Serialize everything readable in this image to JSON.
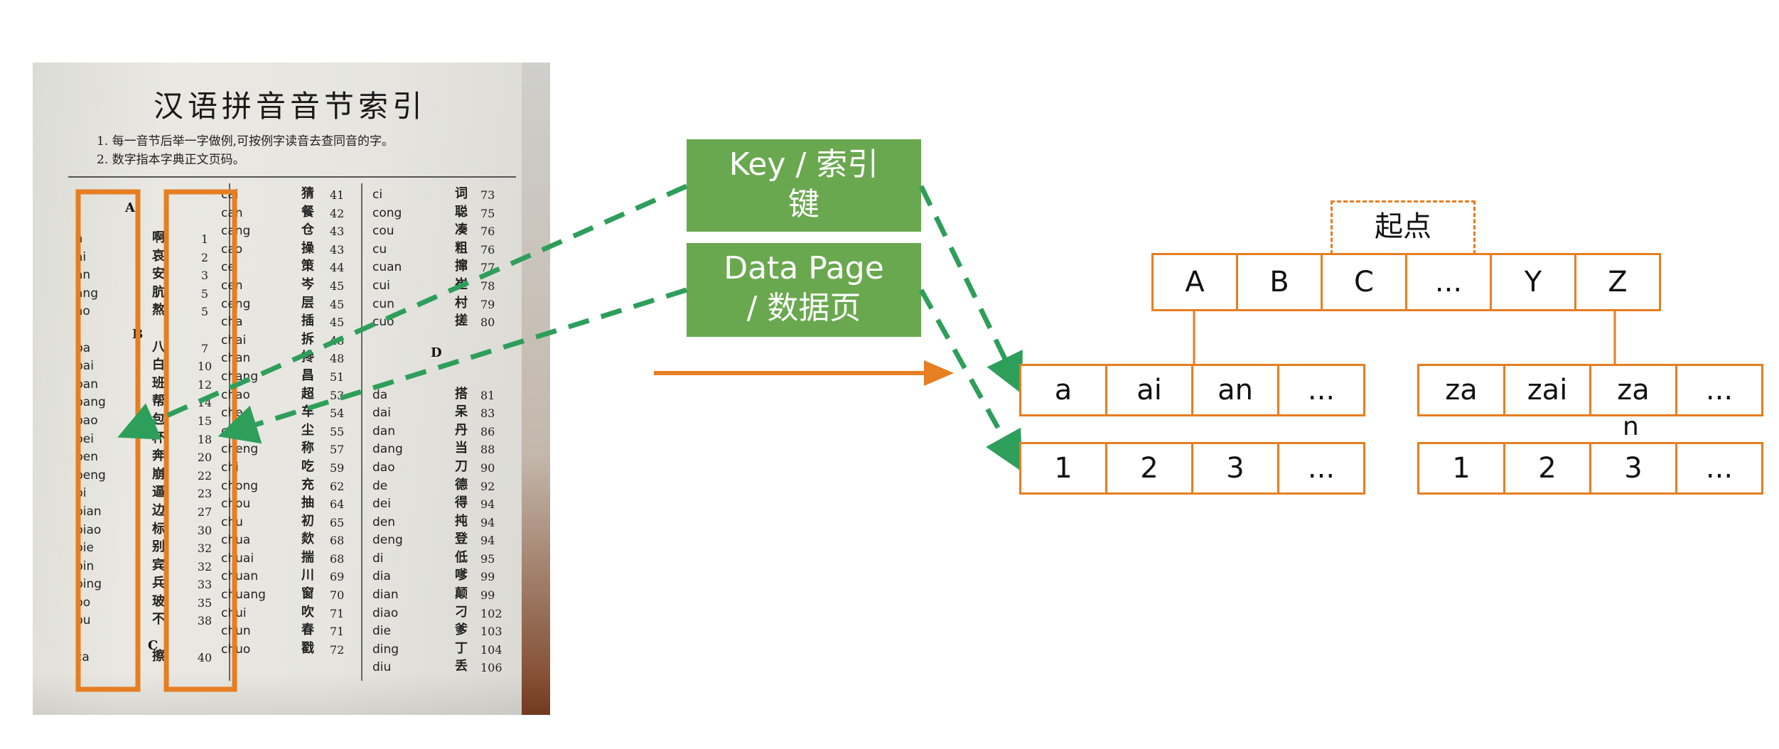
{
  "photo": {
    "title": "汉语拼音音节索引",
    "notes": [
      "1. 每一音节后举一字做例,可按例字读音去查同音的字。",
      "2. 数字指本字典正文页码。"
    ],
    "col1_letters": [
      "A",
      "B",
      "C"
    ],
    "col1_pinyin": [
      "a",
      "ai",
      "an",
      "ang",
      "ao",
      "",
      "ba",
      "bai",
      "ban",
      "bang",
      "bao",
      "bei",
      "ben",
      "beng",
      "bi",
      "bian",
      "biao",
      "bie",
      "bin",
      "bing",
      "bo",
      "bu",
      "",
      "ca"
    ],
    "col1_chars": [
      "啊",
      "哀",
      "安",
      "肮",
      "熬",
      "",
      "八",
      "白",
      "班",
      "帮",
      "包",
      "杯",
      "奔",
      "崩",
      "逼",
      "边",
      "标",
      "别",
      "宾",
      "兵",
      "玻",
      "不",
      "",
      "擦"
    ],
    "col1_pages": [
      "1",
      "2",
      "3",
      "5",
      "5",
      "",
      "7",
      "10",
      "12",
      "14",
      "15",
      "18",
      "20",
      "22",
      "23",
      "27",
      "30",
      "32",
      "32",
      "33",
      "35",
      "38",
      "",
      "40"
    ],
    "col2_pinyin": [
      "cai",
      "can",
      "cang",
      "cao",
      "ce",
      "cen",
      "ceng",
      "cha",
      "chai",
      "chan",
      "chang",
      "chao",
      "che",
      "chen",
      "cheng",
      "chi",
      "chong",
      "chou",
      "chu",
      "chua",
      "chuai",
      "chuan",
      "chuang",
      "chui",
      "chun",
      "chuo"
    ],
    "col2_chars": [
      "猜",
      "餐",
      "仓",
      "操",
      "策",
      "岑",
      "层",
      "插",
      "拆",
      "搀",
      "昌",
      "超",
      "车",
      "尘",
      "称",
      "吃",
      "充",
      "抽",
      "初",
      "欻",
      "揣",
      "川",
      "窗",
      "吹",
      "春",
      "戳"
    ],
    "col2_pages": [
      "41",
      "42",
      "43",
      "43",
      "44",
      "45",
      "45",
      "45",
      "48",
      "48",
      "51",
      "53",
      "54",
      "55",
      "57",
      "59",
      "62",
      "64",
      "65",
      "68",
      "68",
      "69",
      "70",
      "71",
      "71",
      "72"
    ],
    "col3_letter": "D",
    "col3_pinyin": [
      "ci",
      "cong",
      "cou",
      "cu",
      "cuan",
      "cui",
      "cun",
      "cuo",
      "",
      "",
      "",
      "da",
      "dai",
      "dan",
      "dang",
      "dao",
      "de",
      "dei",
      "den",
      "deng",
      "di",
      "dia",
      "dian",
      "diao",
      "die",
      "ding",
      "diu"
    ],
    "col3_chars": [
      "词",
      "聪",
      "凑",
      "粗",
      "撺",
      "崔",
      "村",
      "搓",
      "",
      "",
      "",
      "搭",
      "呆",
      "丹",
      "当",
      "刀",
      "德",
      "得",
      "扽",
      "登",
      "低",
      "嗲",
      "颠",
      "刁",
      "爹",
      "丁",
      "丢"
    ],
    "col3_pages": [
      "73",
      "75",
      "76",
      "76",
      "77",
      "78",
      "79",
      "80",
      "",
      "",
      "",
      "81",
      "83",
      "86",
      "88",
      "90",
      "92",
      "94",
      "94",
      "94",
      "95",
      "99",
      "99",
      "102",
      "103",
      "104",
      "106"
    ]
  },
  "labels": {
    "key_line1": "Key / 索引",
    "key_line2": "键",
    "data_line1": "Data Page",
    "data_line2": "/ 数据页"
  },
  "tree": {
    "root_label": "起点",
    "root_cells": [
      "A",
      "B",
      "C",
      "...",
      "Y",
      "Z"
    ],
    "left_key_cells": [
      "a",
      "ai",
      "an",
      "..."
    ],
    "left_page_cells": [
      "1",
      "2",
      "3",
      "..."
    ],
    "right_key_cells": [
      "za",
      "zai",
      "za",
      "..."
    ],
    "right_key_overflow": "n",
    "right_page_cells": [
      "1",
      "2",
      "3",
      "..."
    ]
  },
  "colors": {
    "orange": "#e67e22",
    "green_label": "#6aa84f",
    "green_arrow": "#2e9e5b"
  }
}
